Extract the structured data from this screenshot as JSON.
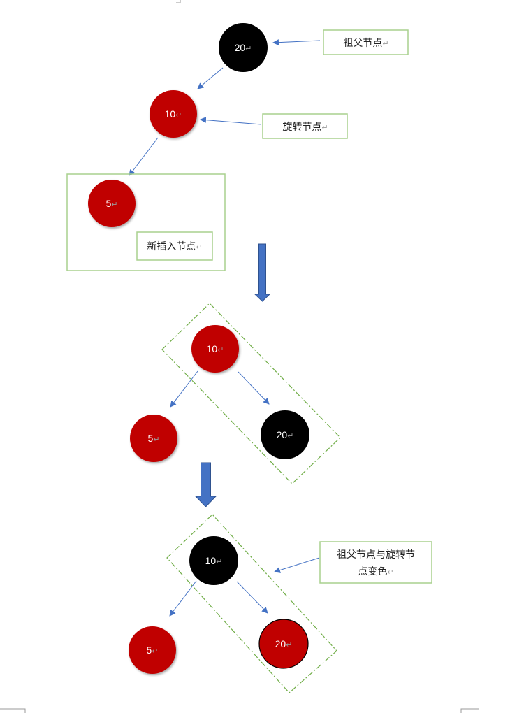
{
  "colors": {
    "red_node": "#c00000",
    "black_node": "#000000",
    "label_border": "#a9d18e",
    "dash_border": "#70ad47",
    "arrow": "#4472c4",
    "down_arrow": "#4472c4"
  },
  "return_mark": "↵",
  "nodes": {
    "n20": "20",
    "n10": "10",
    "n5": "5"
  },
  "labels": {
    "grandparent": "祖父节点",
    "rotate": "旋转节点",
    "new_insert": "新插入节点",
    "recolor_line1": "祖父节点与旋转节",
    "recolor_line2": "点变色"
  }
}
